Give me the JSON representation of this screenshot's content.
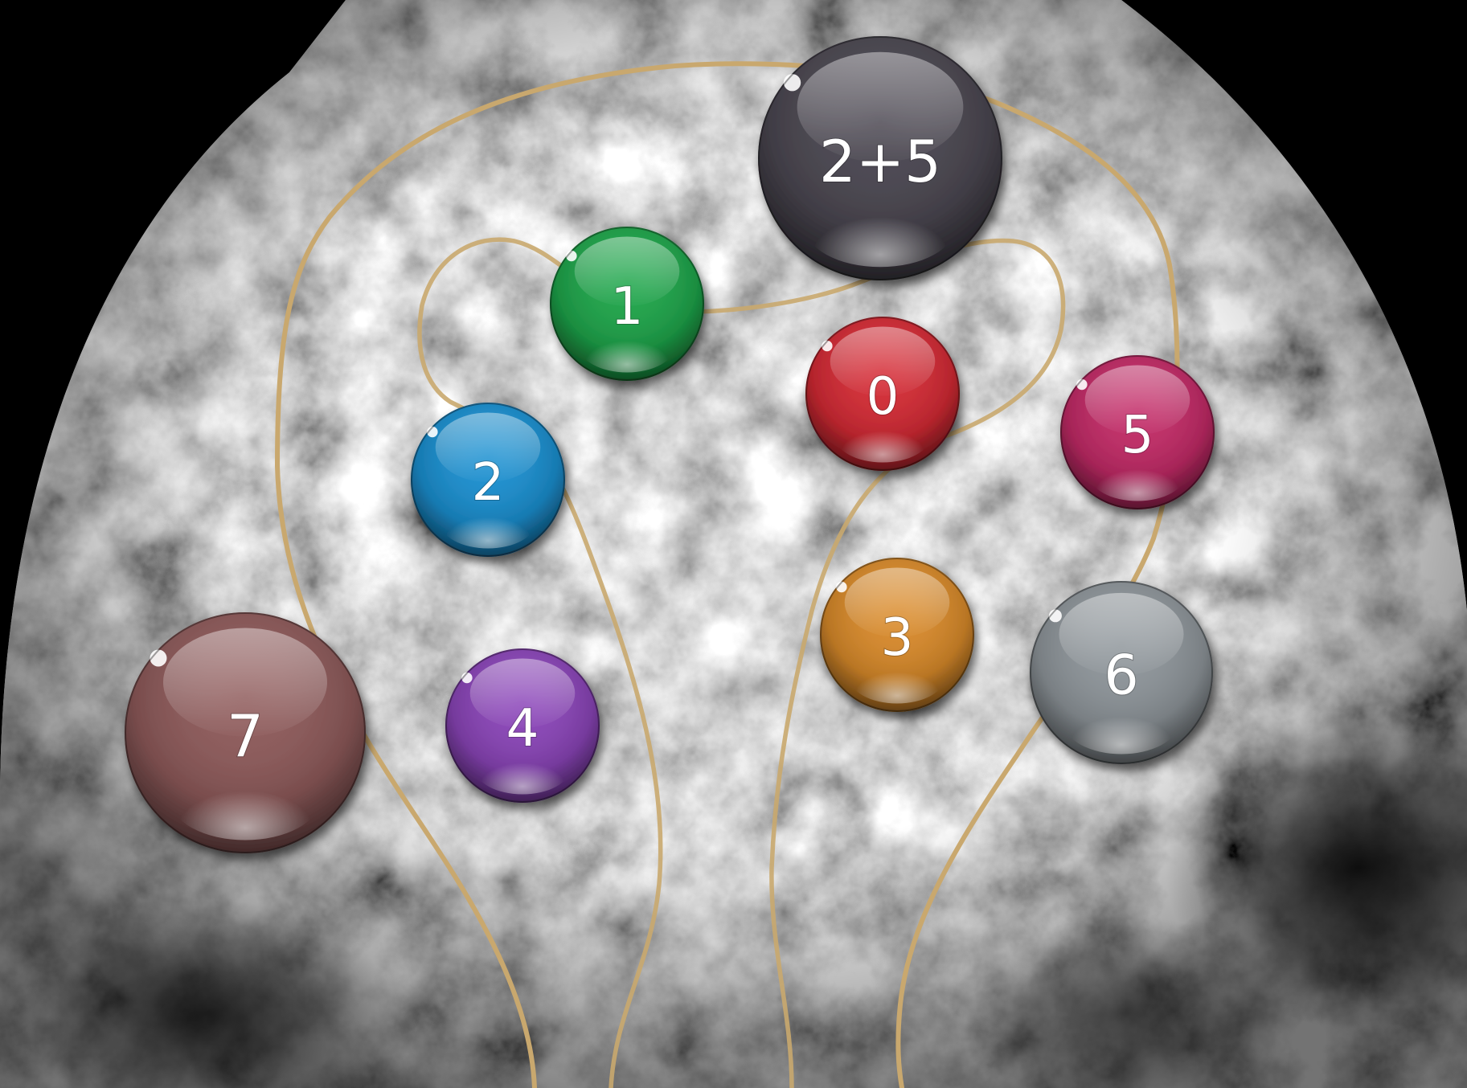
{
  "diagram": {
    "outline_color": "#c9a86e",
    "markers": [
      {
        "id": "marker-0",
        "label": "0",
        "color": "#d42a34"
      },
      {
        "id": "marker-1",
        "label": "1",
        "color": "#1ea54a"
      },
      {
        "id": "marker-2",
        "label": "2",
        "color": "#1a8fd0"
      },
      {
        "id": "marker-2-5",
        "label": "2+5",
        "color": "#4a4650"
      },
      {
        "id": "marker-3",
        "label": "3",
        "color": "#d98a2a"
      },
      {
        "id": "marker-4",
        "label": "4",
        "color": "#8a44b8"
      },
      {
        "id": "marker-5",
        "label": "5",
        "color": "#c22a66"
      },
      {
        "id": "marker-6",
        "label": "6",
        "color": "#8e959a"
      },
      {
        "id": "marker-7",
        "label": "7",
        "color": "#8e5a5a"
      }
    ]
  }
}
